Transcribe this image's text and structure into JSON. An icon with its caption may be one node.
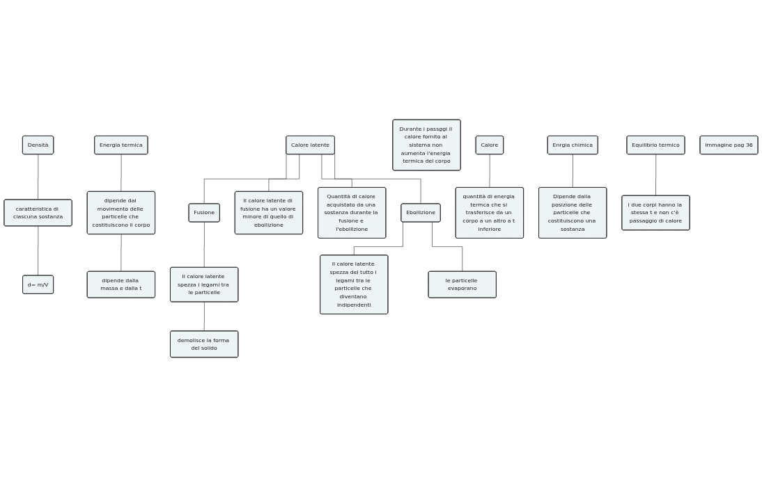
{
  "diagram": {
    "nodes": [
      {
        "text": [
          "Calore latente"
        ]
      },
      {
        "text": [
          "Energia termica"
        ]
      },
      {
        "text": [
          "Densità"
        ]
      },
      {
        "text": [
          "Fusione"
        ]
      },
      {
        "text": [
          "Il calore latente di fusione ha un valore minore di quello di ebollizione"
        ]
      },
      {
        "text": [
          "Quantità di calore acquistato da una sostanza durante la fusione e l'ebollizione"
        ]
      },
      {
        "text": [
          "Ebollizione"
        ]
      },
      {
        "text": [
          "dipende dal movimento delle particelle che costituiscono il corpo"
        ]
      },
      {
        "text": [
          "caratteristica di ciascuna sostanza"
        ]
      },
      {
        "text": [
          "d= m/V"
        ]
      },
      {
        "text": [
          "dipende dalla massa e dalla t"
        ]
      },
      {
        "text": [
          "Il calore latente spezza i legami tra le particelle"
        ]
      },
      {
        "text": [
          "Il calore latente spezza del tutto i legami tra le particelle che diventano indipendenti"
        ]
      },
      {
        "text": [
          "le particelle evaporano"
        ]
      },
      {
        "text": [
          "Durante i passggi il calore fornito al sistema non aumenta l'energia termica del corpo"
        ]
      },
      {
        "text": [
          "demolisce la forma del solido"
        ]
      },
      {
        "text": [
          "Calore"
        ]
      },
      {
        "text": [
          "Enrgia chimica"
        ]
      },
      {
        "text": [
          "Equilibrio termico"
        ]
      },
      {
        "text": [
          "immagine pag 36"
        ]
      },
      {
        "text": [
          "quantità di energia termca che si trasferisce da un corpo a un altro a t inferiore"
        ]
      },
      {
        "text": [
          "Dipende dalla posizione delle particelle che costituiscono una sostanza"
        ]
      },
      {
        "text": [
          "i due corpi hanno la stessa t e non c'è passaggio di calore"
        ]
      }
    ],
    "edges": [
      {
        "from": 0,
        "to": 3,
        "arrow": "none"
      },
      {
        "from": 0,
        "to": 4,
        "arrow": "none"
      },
      {
        "from": 0,
        "to": 5,
        "arrow": "none"
      },
      {
        "from": 0,
        "to": 6,
        "arrow": "none"
      },
      {
        "from": 3,
        "to": 11,
        "arrow": "none"
      },
      {
        "from": 11,
        "to": 15,
        "arrow": "none"
      },
      {
        "from": 6,
        "to": 12,
        "arrow": "none"
      },
      {
        "from": 6,
        "to": 13,
        "arrow": "none"
      },
      {
        "from": 1,
        "to": 7,
        "arrow": "none"
      },
      {
        "from": 7,
        "to": 10,
        "arrow": "none"
      },
      {
        "from": 2,
        "to": 8,
        "arrow": "none"
      },
      {
        "from": 8,
        "to": 9,
        "arrow": "none"
      },
      {
        "from": 16,
        "to": 20,
        "arrow": "none"
      },
      {
        "from": 17,
        "to": 21,
        "arrow": "none"
      },
      {
        "from": 18,
        "to": 22,
        "arrow": "none"
      }
    ]
  }
}
